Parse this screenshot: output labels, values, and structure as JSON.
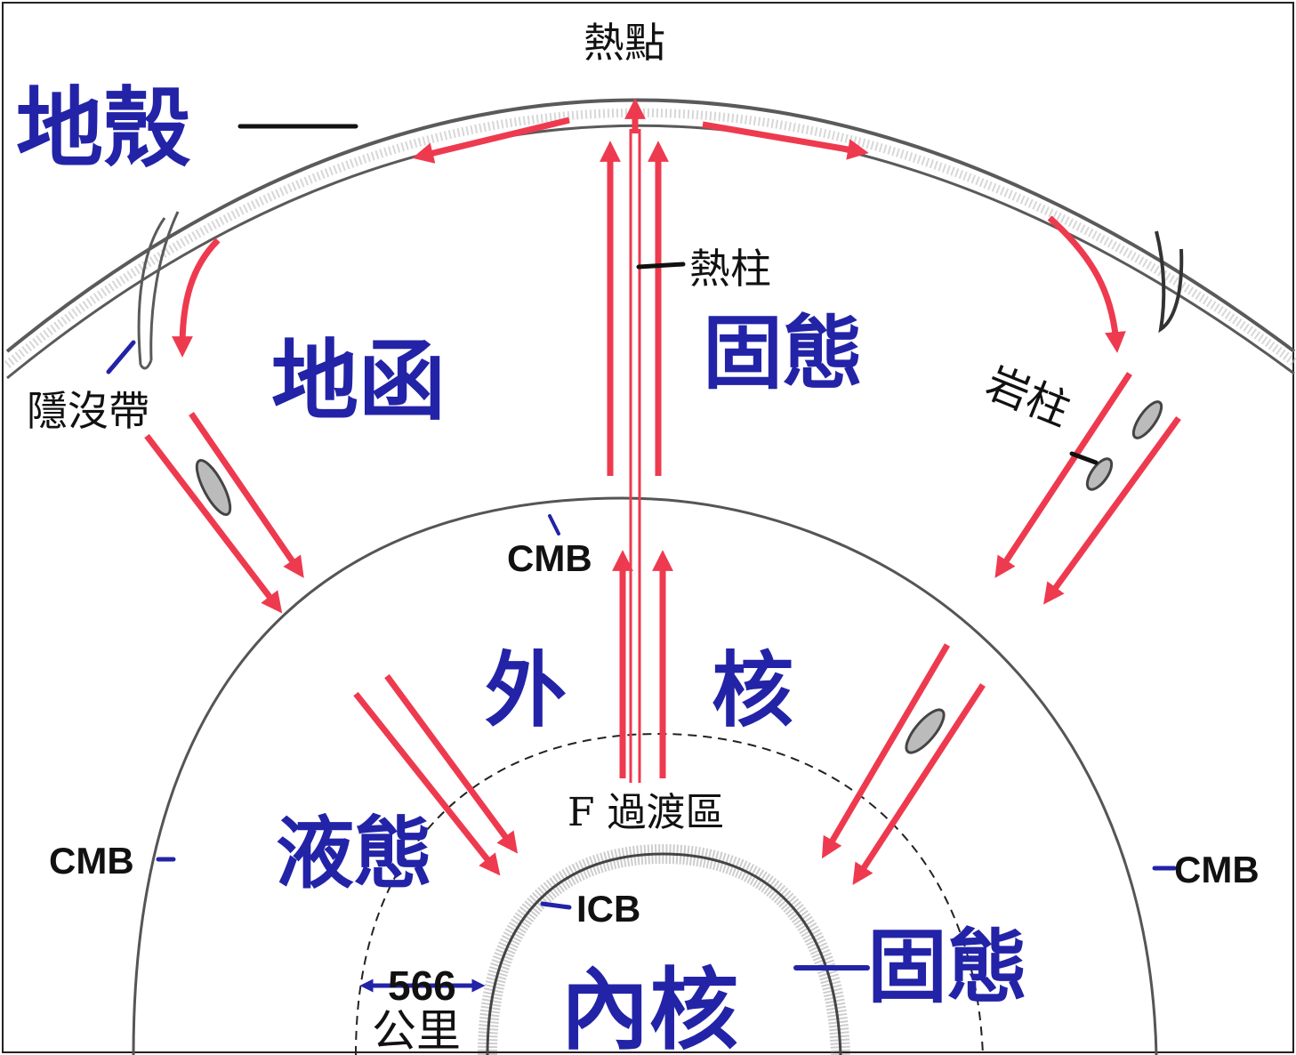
{
  "labels": {
    "crust": "地殼",
    "mantle": "地函",
    "mantle_state": "固態",
    "outer_core_1": "外",
    "outer_core_2": "核",
    "outer_core_state": "液態",
    "inner_core": "內核",
    "inner_core_state": "固態",
    "hotspot": "熱點",
    "plume": "熱柱",
    "subduction": "隱沒帶",
    "rock_column": "岩柱",
    "cmb": "CMB",
    "icb": "ICB",
    "f_transition": "F 過渡區",
    "thickness_value": "566",
    "thickness_unit": "公里"
  },
  "colors": {
    "label_blue": "#2323a8",
    "arrow_red": "#ee3a4f",
    "line_gray": "#555555",
    "leader_dark": "#111111"
  }
}
